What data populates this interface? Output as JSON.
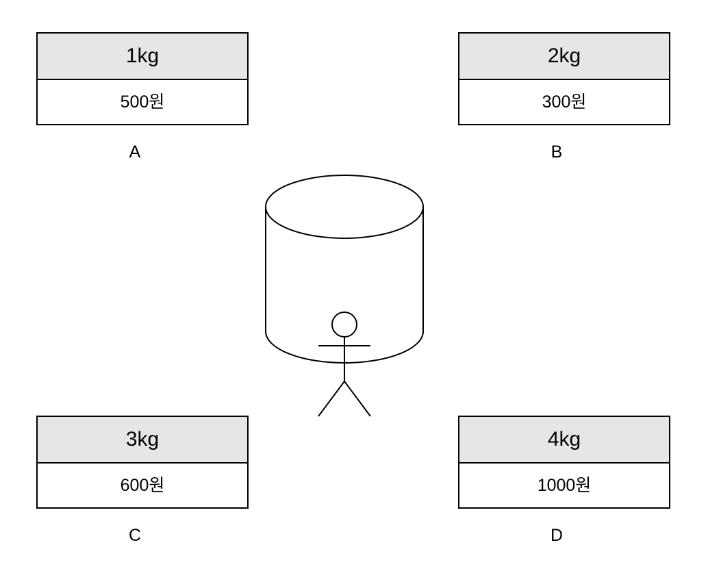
{
  "colors": {
    "header_fill": "#e6e6e6",
    "line": "#000000",
    "background": "#ffffff"
  },
  "items": [
    {
      "letter": "A",
      "weight": "1kg",
      "price": "500원"
    },
    {
      "letter": "B",
      "weight": "2kg",
      "price": "300원"
    },
    {
      "letter": "C",
      "weight": "3kg",
      "price": "600원"
    },
    {
      "letter": "D",
      "weight": "4kg",
      "price": "1000원"
    }
  ],
  "center": {
    "container_icon": "cylinder-icon",
    "person_icon": "stick-figure-icon"
  }
}
